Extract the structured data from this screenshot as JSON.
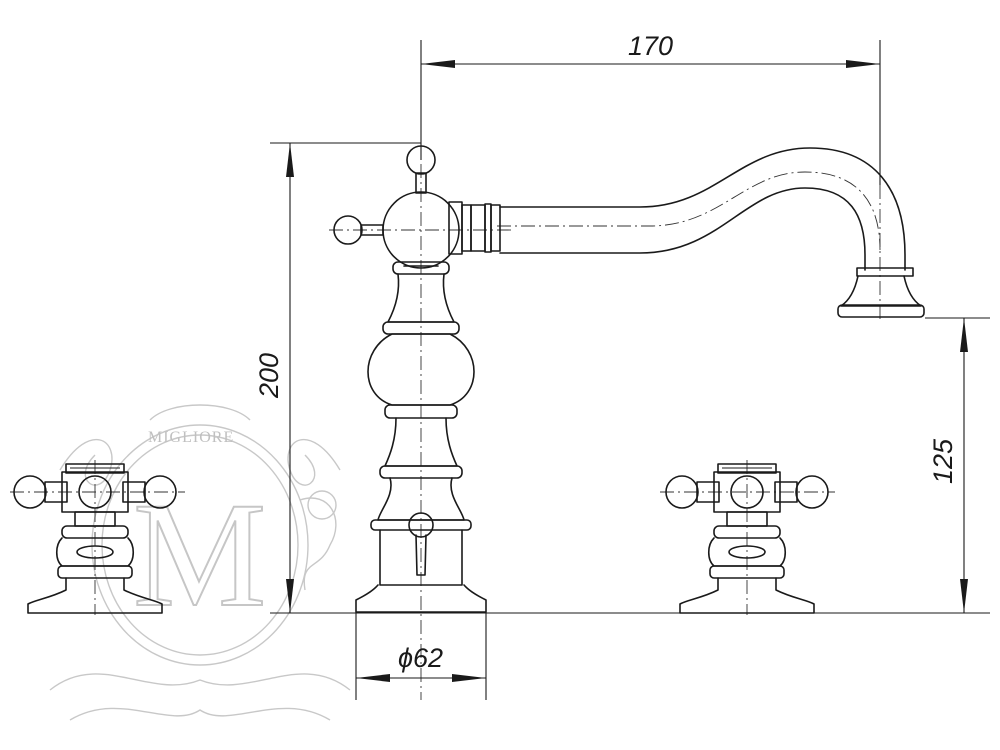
{
  "drawing": {
    "dimensions": {
      "spout_reach": "170",
      "height": "200",
      "spout_height": "125",
      "base_diameter": "ϕ62"
    },
    "watermark": {
      "brand": "MIGLIORE",
      "monogram": "M"
    }
  }
}
